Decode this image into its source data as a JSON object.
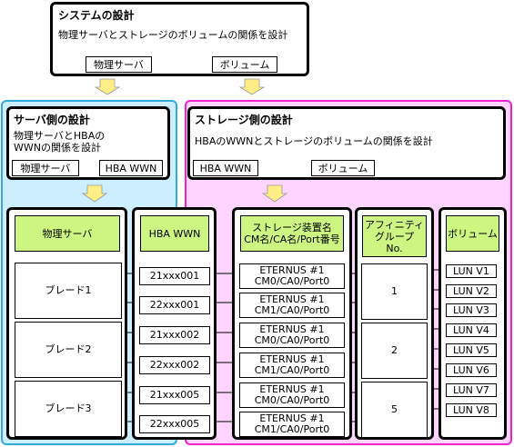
{
  "system": {
    "title": "システムの設計",
    "desc": "物理サーバとストレージのボリュームの関係を設計",
    "left_label": "物理サーバ",
    "right_label": "ボリューム"
  },
  "server_side": {
    "title": "サーバ側の設計",
    "desc_line1": "物理サーバとHBAの",
    "desc_line2": "WWNの関係を設計",
    "left_label": "物理サーバ",
    "right_label": "HBA WWN"
  },
  "storage_side": {
    "title": "ストレージ側の設計",
    "desc": "HBAのWWNとストレージのボリュームの関係を設計",
    "left_label": "HBA WWN",
    "right_label": "ボリューム"
  },
  "columns": {
    "server": "物理サーバ",
    "wwn": "HBA WWN",
    "storage_line1": "ストレージ装置名",
    "storage_line2": "CM名/CA名/Port番号",
    "affinity_line1": "アフィニティ",
    "affinity_line2": "グループ",
    "affinity_line3": "No.",
    "volume": "ボリューム"
  },
  "servers": [
    "ブレード1",
    "ブレード2",
    "ブレード3"
  ],
  "wwns": [
    "21xxx001",
    "22xxx001",
    "21xxx002",
    "22xxx002",
    "21xxx005",
    "22xxx005"
  ],
  "storage": [
    {
      "l1": "ETERNUS #1",
      "l2": "CM0/CA0/Port0"
    },
    {
      "l1": "ETERNUS #1",
      "l2": "CM1/CA0/Port0"
    },
    {
      "l1": "ETERNUS #1",
      "l2": "CM0/CA0/Port0"
    },
    {
      "l1": "ETERNUS #1",
      "l2": "CM1/CA0/Port0"
    },
    {
      "l1": "ETERNUS #1",
      "l2": "CM0/CA0/Port0"
    },
    {
      "l1": "ETERNUS #1",
      "l2": "CM1/CA0/Port0"
    }
  ],
  "affinity": [
    "1",
    "2",
    "5"
  ],
  "volumes": [
    "LUN V1",
    "LUN V2",
    "LUN V3",
    "LUN V4",
    "LUN V5",
    "LUN V6",
    "LUN V7",
    "LUN V8"
  ],
  "colors": {
    "server_bg": "#cceeff",
    "server_border": "#33aadd",
    "storage_bg": "#ffd5ff",
    "storage_border": "#ee22cc",
    "header_bg": "#ccf582",
    "arrow_fill": "#ffee88"
  }
}
